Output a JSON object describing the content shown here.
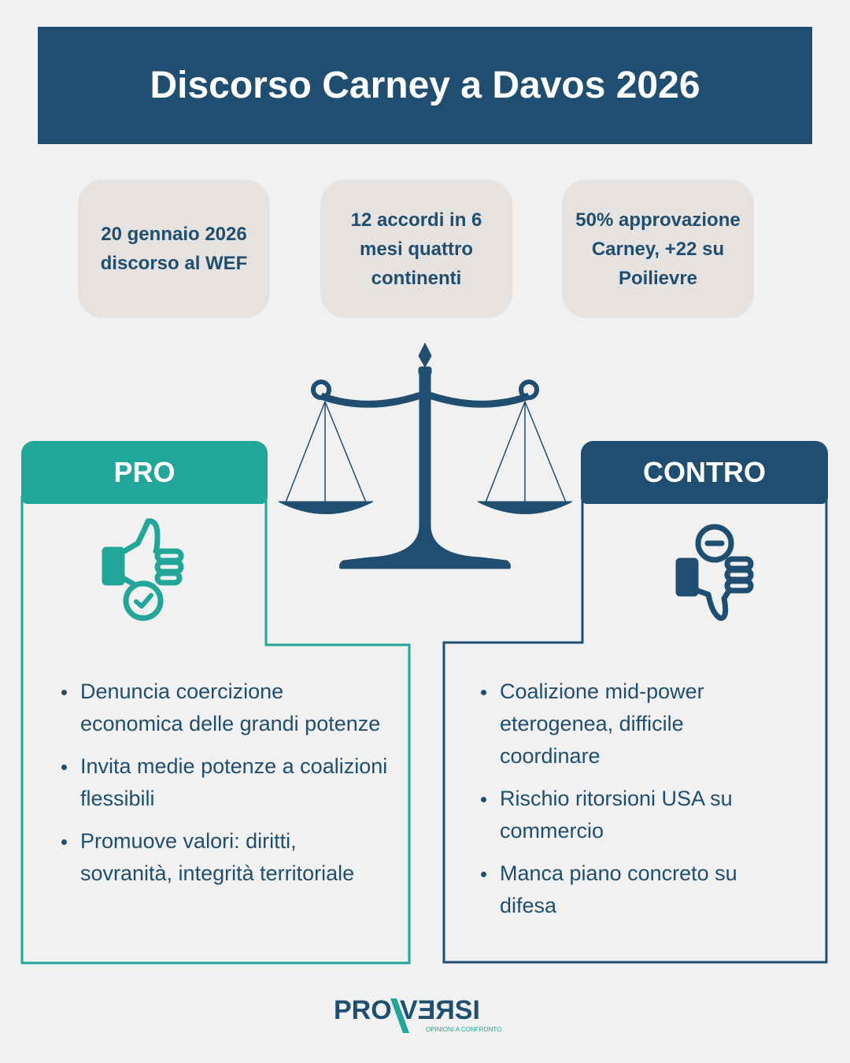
{
  "title": "Discorso Carney a Davos 2026",
  "stats": [
    "20 gennaio 2026 discorso al WEF",
    "12 accordi in 6 mesi quattro continenti",
    "50% approvazione Carney, +22 su Poilievre"
  ],
  "pro": {
    "label": "PRO",
    "color": "#22a699",
    "items": [
      "Denuncia coercizione economica delle grandi potenze",
      "Invita medie potenze a coalizioni flessibili",
      "Promuove valori: diritti, sovranità, integrità territoriale"
    ]
  },
  "contro": {
    "label": "CONTRO",
    "color": "#1f4e70",
    "items": [
      "Coalizione mid-power eterogenea, difficile coordinare",
      "Rischio ritorsioni USA su commercio",
      "Manca piano concreto su difesa"
    ]
  },
  "logo": {
    "name": "PROVERSI",
    "tagline": "OPINIONI A CONFRONTO"
  }
}
